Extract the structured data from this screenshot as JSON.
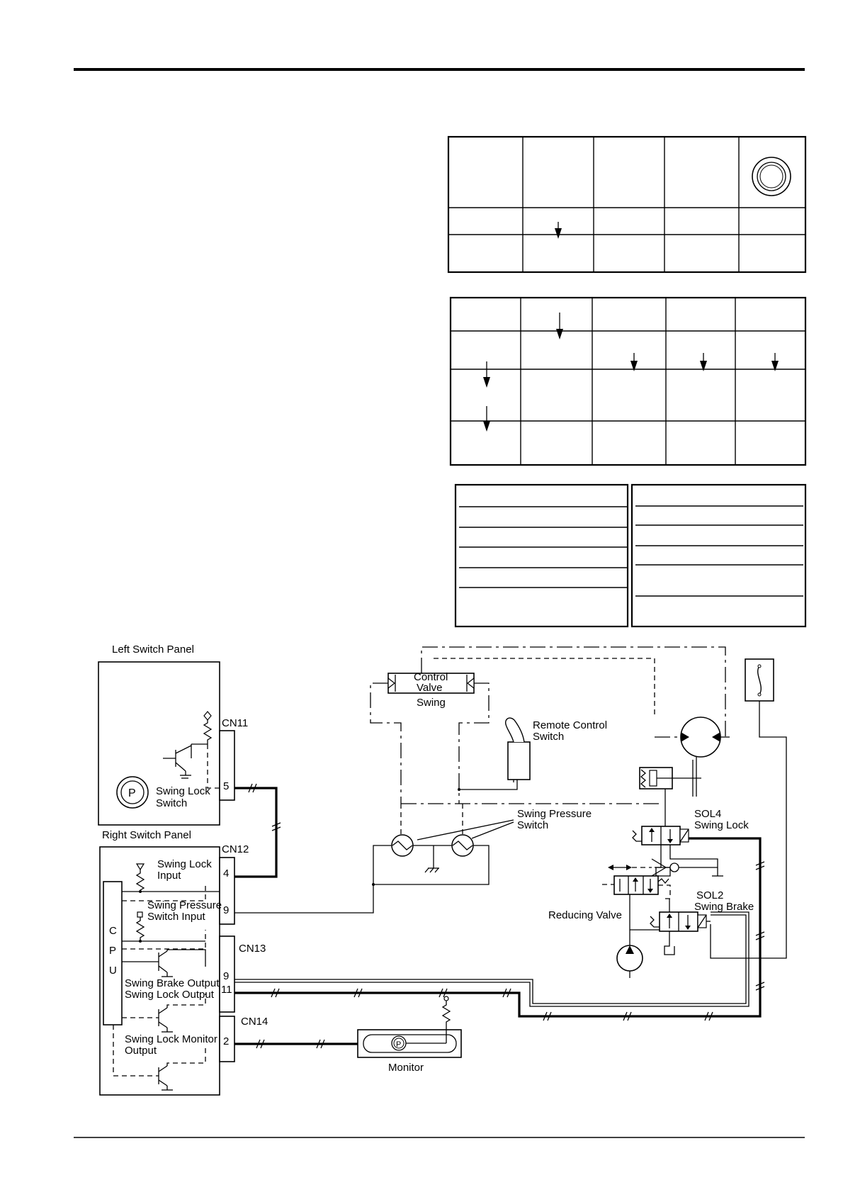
{
  "panels": {
    "left_switch_panel": "Left Switch Panel",
    "right_switch_panel": "Right Switch Panel",
    "cpu_letters": [
      "C",
      "P",
      "U"
    ]
  },
  "connectors": {
    "cn11": "CN11",
    "cn11_pin": "5",
    "cn12": "CN12",
    "cn12_pin_a": "4",
    "cn12_pin_b": "9",
    "cn13": "CN13",
    "cn13_pin_a": "9",
    "cn13_pin_b": "11",
    "cn14": "CN14",
    "cn14_pin": "2"
  },
  "labels": {
    "swing_lock_switch_1": "Swing Lock",
    "swing_lock_switch_2": "Switch",
    "swing_lock_input_1": "Swing Lock",
    "swing_lock_input_2": "Input",
    "swing_pressure_input_1": "Swing Pressure",
    "swing_pressure_input_2": "Switch Input",
    "swing_brake_output": "Swing Brake Output",
    "swing_lock_output": "Swing Lock Output",
    "swing_lock_monitor_1": "Swing Lock Monitor",
    "swing_lock_monitor_2": "Output",
    "monitor": "Monitor",
    "control_valve_1": "Control",
    "control_valve_2": "Valve",
    "swing": "Swing",
    "remote_control_1": "Remote Control",
    "remote_control_2": "Switch",
    "swing_pressure_switch_1": "Swing Pressure",
    "swing_pressure_switch_2": "Switch",
    "sol4": "SOL4",
    "sol4_name": "Swing Lock",
    "sol2": "SOL2",
    "sol2_name": "Swing Brake",
    "reducing_valve": "Reducing Valve",
    "p_symbol": "P"
  }
}
